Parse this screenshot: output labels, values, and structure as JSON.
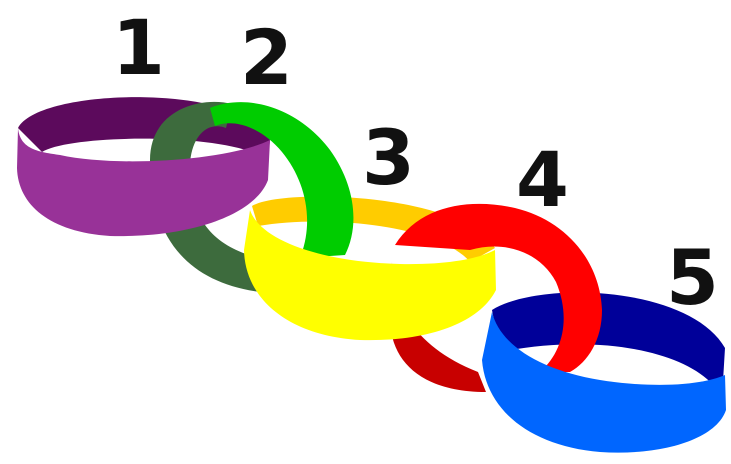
{
  "rings": [
    {
      "label": "1",
      "colors": {
        "outer": "#983298",
        "inner": "#5c0a5c"
      }
    },
    {
      "label": "2",
      "colors": {
        "outer": "#00cc00",
        "inner": "#3d6b3d"
      }
    },
    {
      "label": "3",
      "colors": {
        "outer": "#ffff00",
        "inner": "#ffcc00"
      }
    },
    {
      "label": "4",
      "colors": {
        "outer": "#ff0000",
        "inner": "#c80000"
      }
    },
    {
      "label": "5",
      "colors": {
        "outer": "#0066ff",
        "inner": "#000099"
      }
    }
  ]
}
